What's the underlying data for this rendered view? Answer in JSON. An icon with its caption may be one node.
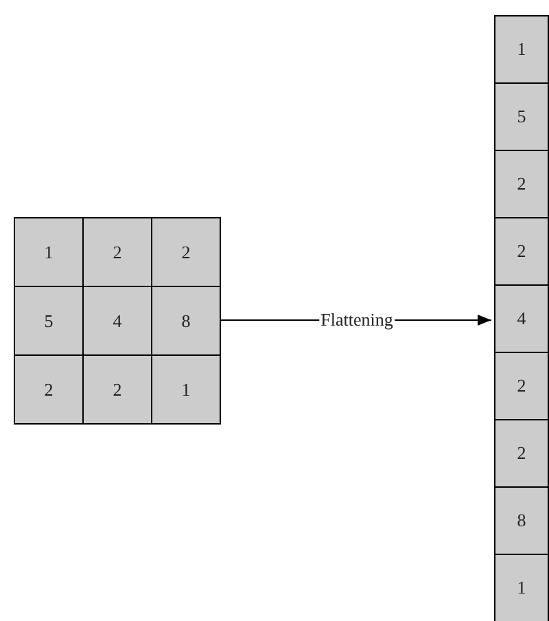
{
  "diagram": {
    "nodes": [
      {
        "text": [],
        "shape": "box"
      },
      {
        "text": [
          "1"
        ],
        "in": 0
      },
      {
        "text": [
          "2"
        ],
        "in": 0
      },
      {
        "text": [
          "2"
        ],
        "in": 0
      },
      {
        "text": [
          "5"
        ],
        "in": 0
      },
      {
        "text": [
          "4"
        ],
        "in": 0
      },
      {
        "text": [
          "8"
        ],
        "in": 0
      },
      {
        "text": [
          "2"
        ],
        "in": 0
      },
      {
        "text": [
          "2"
        ],
        "in": 0
      },
      {
        "text": [
          "1"
        ],
        "in": 0
      },
      {
        "text": [],
        "shape": "bar"
      },
      {
        "text": [
          "1"
        ],
        "in": 10
      },
      {
        "text": [
          "5"
        ],
        "in": 10
      },
      {
        "text": [
          "2"
        ],
        "in": 10
      },
      {
        "text": [
          "2"
        ],
        "in": 10
      },
      {
        "text": [
          "4"
        ],
        "in": 10
      },
      {
        "text": [
          "2"
        ],
        "in": 10
      },
      {
        "text": [
          "2"
        ],
        "in": 10
      },
      {
        "text": [
          "8"
        ],
        "in": 10
      },
      {
        "text": [
          "1"
        ],
        "in": 10
      }
    ],
    "edges": [
      {
        "from": 0,
        "to": 10,
        "arrow": "to",
        "label": "Flattening"
      }
    ]
  }
}
